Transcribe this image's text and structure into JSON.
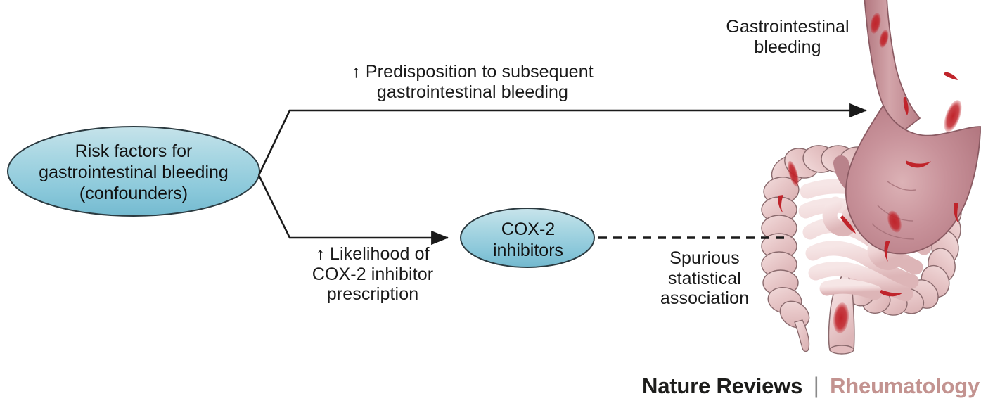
{
  "figure": {
    "nodes": [
      {
        "id": "risk-factors",
        "label": "Risk factors for\ngastrointestinal bleeding\n(confounders)"
      },
      {
        "id": "cox2-inhibitors",
        "label": "COX-2\ninhibitors"
      }
    ],
    "edge_labels": {
      "top_arrow": "↑ Predisposition to subsequent\ngastrointestinal bleeding",
      "bottom_arrow": "↑ Likelihood of\nCOX-2 inhibitor\nprescription",
      "dashed_link": "Spurious\nstatistical\nassociation"
    },
    "annotations": {
      "gi_bleeding": "Gastrointestinal\nbleeding"
    },
    "illustration": {
      "name": "stomach-and-intestines-with-bleeding-lesions"
    }
  },
  "branding": {
    "journal": "Nature Reviews",
    "separator": "|",
    "subject": "Rheumatology"
  },
  "colors": {
    "ellipse_fill_light": "#bfe0e8",
    "ellipse_fill_dark": "#79bdd2",
    "ellipse_stroke": "#2b3a40",
    "arrow": "#1a1a1a",
    "stomach": "#bc8289",
    "intestine": "#e6c3c4",
    "lesion": "#c0242b",
    "brand_accent": "#c39390",
    "brand_text": "#1d1d1b",
    "text": "#1a1a1a"
  }
}
